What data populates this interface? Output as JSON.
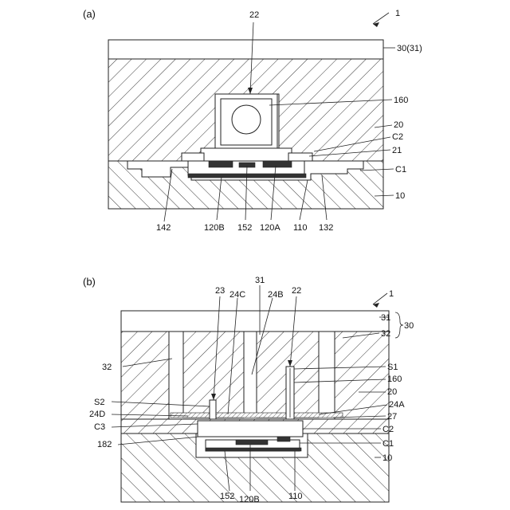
{
  "panel_a": {
    "panel_label": "(a)",
    "refs": {
      "device": "1",
      "focus": "22",
      "cover": "30(31)",
      "lens": "160",
      "body": "20",
      "c2": "C2",
      "r21": "21",
      "c1": "C1",
      "base": "10",
      "r142": "142",
      "r120b": "120B",
      "r152": "152",
      "r120a": "120A",
      "r110": "110",
      "r132": "132"
    }
  },
  "panel_b": {
    "panel_label": "(b)",
    "refs": {
      "device": "1",
      "r23": "23",
      "r24c": "24C",
      "r31top": "31",
      "r24b": "24B",
      "r22": "22",
      "r31": "31",
      "r30": "30",
      "r32right": "32",
      "r32left": "32",
      "s1": "S1",
      "r160": "160",
      "r20": "20",
      "s2": "S2",
      "r24a": "24A",
      "r24d": "24D",
      "r27": "27",
      "c3": "C3",
      "c2": "C2",
      "r182": "182",
      "c1": "C1",
      "r10": "10",
      "r152": "152",
      "r120b": "120B",
      "r110": "110"
    }
  }
}
